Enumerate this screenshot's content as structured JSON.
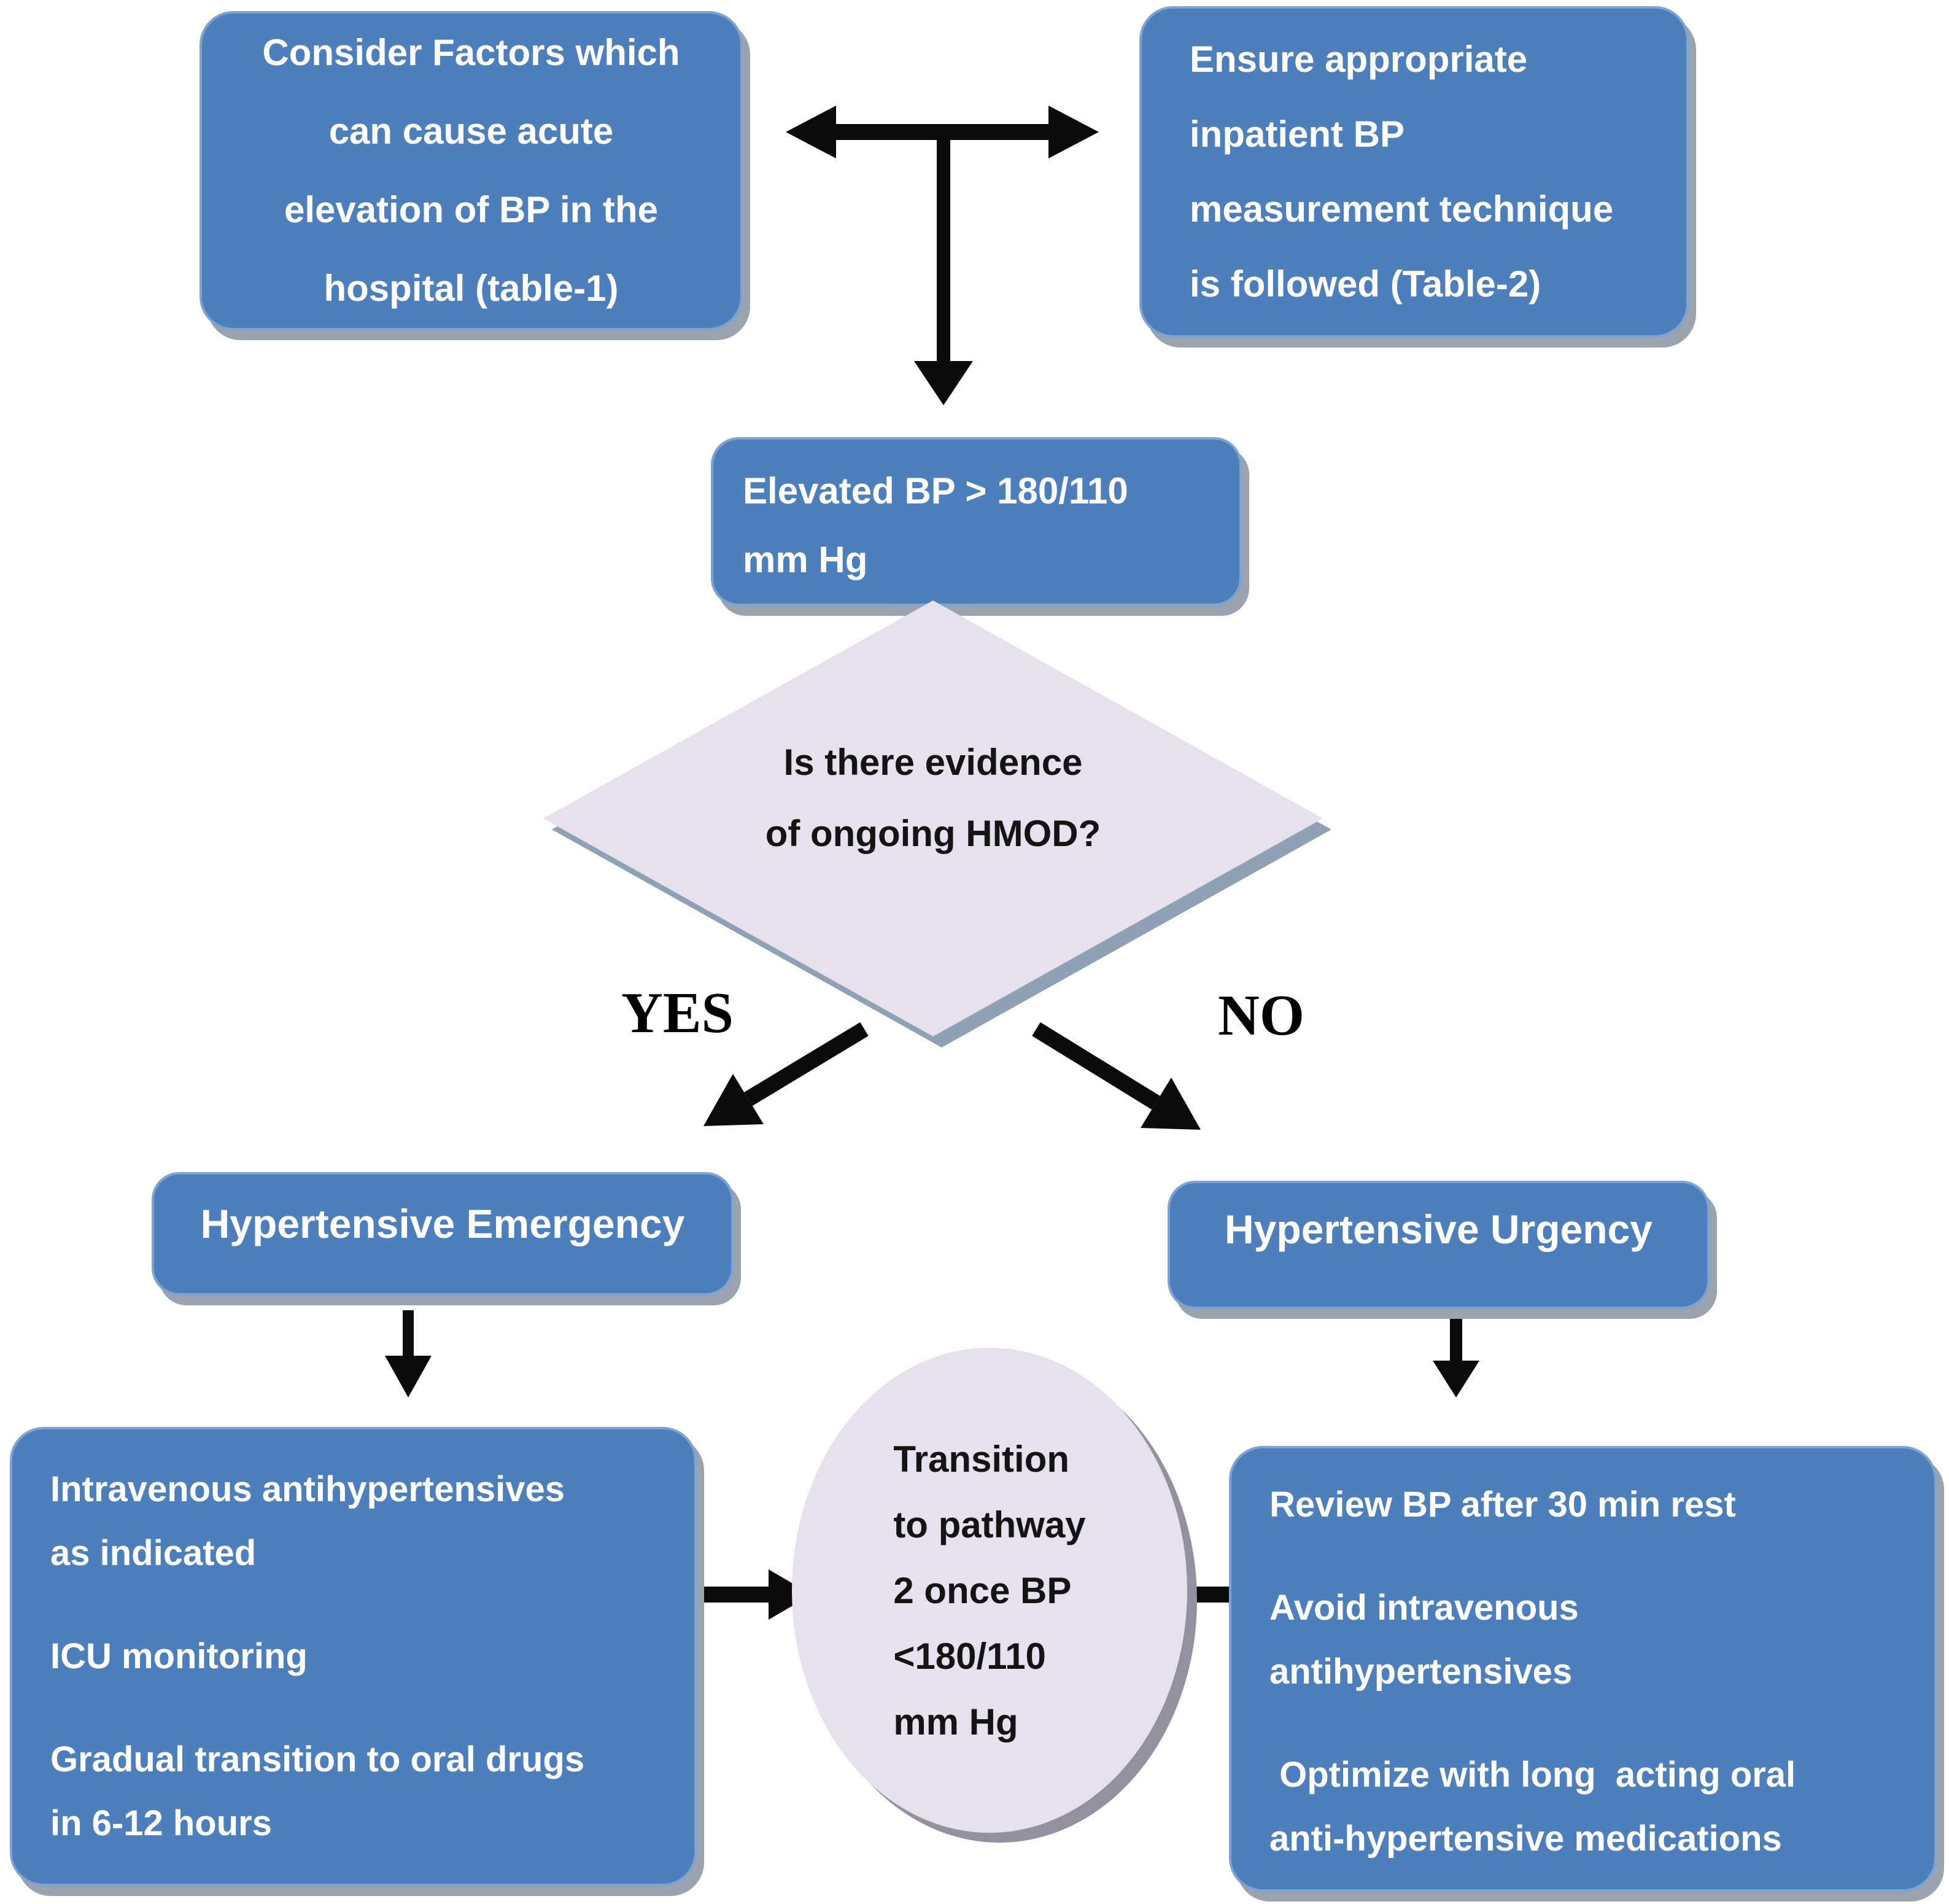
{
  "flowchart": {
    "consider_factors_box": "Consider Factors which\ncan cause acute\nelevation of BP in the\nhospital (table-1)",
    "bp_measurement_box": "Ensure appropriate\ninpatient BP\nmeasurement technique\nis followed (Table-2)",
    "elevated_bp_box": "Elevated BP > 180/110\nmm Hg",
    "decision_diamond": "Is there evidence\nof ongoing HMOD?",
    "yes_label": "YES",
    "no_label": "NO",
    "emergency_box": "Hypertensive Emergency",
    "urgency_box": "Hypertensive Urgency",
    "emergency_management": {
      "paragraphs": [
        "Intravenous antihypertensives\nas indicated",
        "ICU monitoring",
        "Gradual transition to oral drugs\nin 6-12 hours"
      ]
    },
    "transition_ellipse": "Transition\nto pathway\n2 once BP\n<180/110\nmm Hg",
    "urgency_management": {
      "paragraphs": [
        "Review BP after 30 min rest",
        "Avoid intravenous\nantihypertensives",
        " Optimize with long  acting oral\nanti-hypertensive medications"
      ]
    }
  },
  "colors": {
    "box-blue": "#4e7fbd",
    "box-blue-border": "#7ea3d1",
    "box-shadow-gray": "#9aa3ae",
    "shape-lavender": "#e6e1ec",
    "diamond-shadow": "#8fa2b5",
    "ellipse-shadow": "#9390a0",
    "arrow-black": "#0b0b0b",
    "text-white": "#ffffff",
    "text-black": "#141414"
  }
}
